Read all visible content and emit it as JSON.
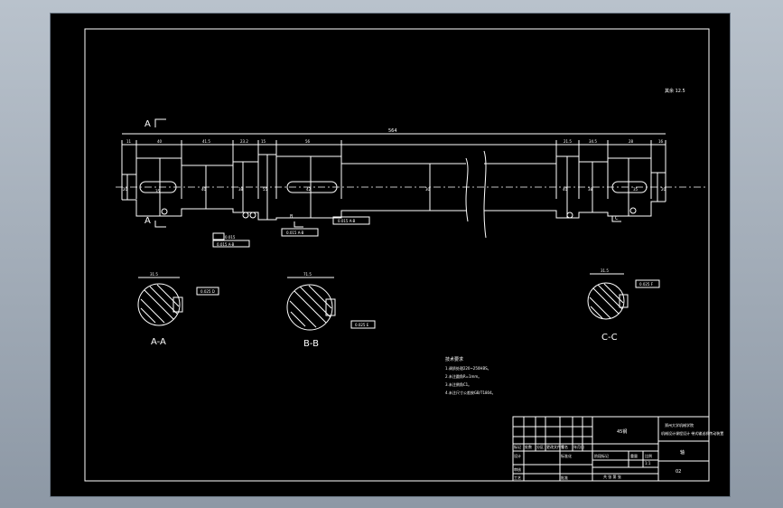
{
  "drawing": {
    "overall_length_label": "564",
    "roughness_note": "其余 12.5",
    "dims_top": [
      "11",
      "40",
      "41.5",
      "23.2",
      "15",
      "56",
      "21.5",
      "34.5",
      "28",
      "16"
    ],
    "diameters": [
      "20",
      "35",
      "40",
      "38",
      "55",
      "42",
      "30",
      "40",
      "38",
      "35",
      "20"
    ],
    "section_marks": {
      "a": "A",
      "b": "B",
      "c": "C"
    },
    "section_labels": {
      "aa": "A-A",
      "bb": "B-B",
      "cc": "C-C"
    },
    "gdt": {
      "g1": "0.015",
      "g2": "0.015 A-B",
      "g3": "0.015 A-B",
      "g4": "0.015 A-B",
      "g5": "0.025 D",
      "g6": "0.025 E",
      "g7": "0.025 F"
    },
    "balloons": [
      "1",
      "2",
      "3",
      "4",
      "5",
      "6",
      "7"
    ],
    "section_dims": {
      "aa_w": "31.5",
      "bb_w": "71.5",
      "cc_w": "31.5"
    },
    "tech_req": {
      "title": "技术要求",
      "lines": [
        "1.调质处理220~250HBS。",
        "2.未注圆角R=1mm。",
        "3.未注倒角C1。",
        "4.未注尺寸公差按GB/T1804。"
      ]
    }
  },
  "title_block": {
    "material": "45钢",
    "school": "郑州大学机械学院",
    "project": "机械设计课程设计 带式输送机传动装置",
    "part_name": "轴",
    "headers": [
      "标记",
      "处数",
      "分区",
      "更改文件号",
      "签名",
      "年月日"
    ],
    "row_design": "设计",
    "row_standard": "标准化",
    "row_review": "审核",
    "row_process": "工艺",
    "row_approve": "批准",
    "stage_labels": [
      "阶段标记",
      "重量",
      "比例"
    ],
    "scale": "1:1",
    "sheet_info": "共 张 第 张",
    "code": "02"
  }
}
